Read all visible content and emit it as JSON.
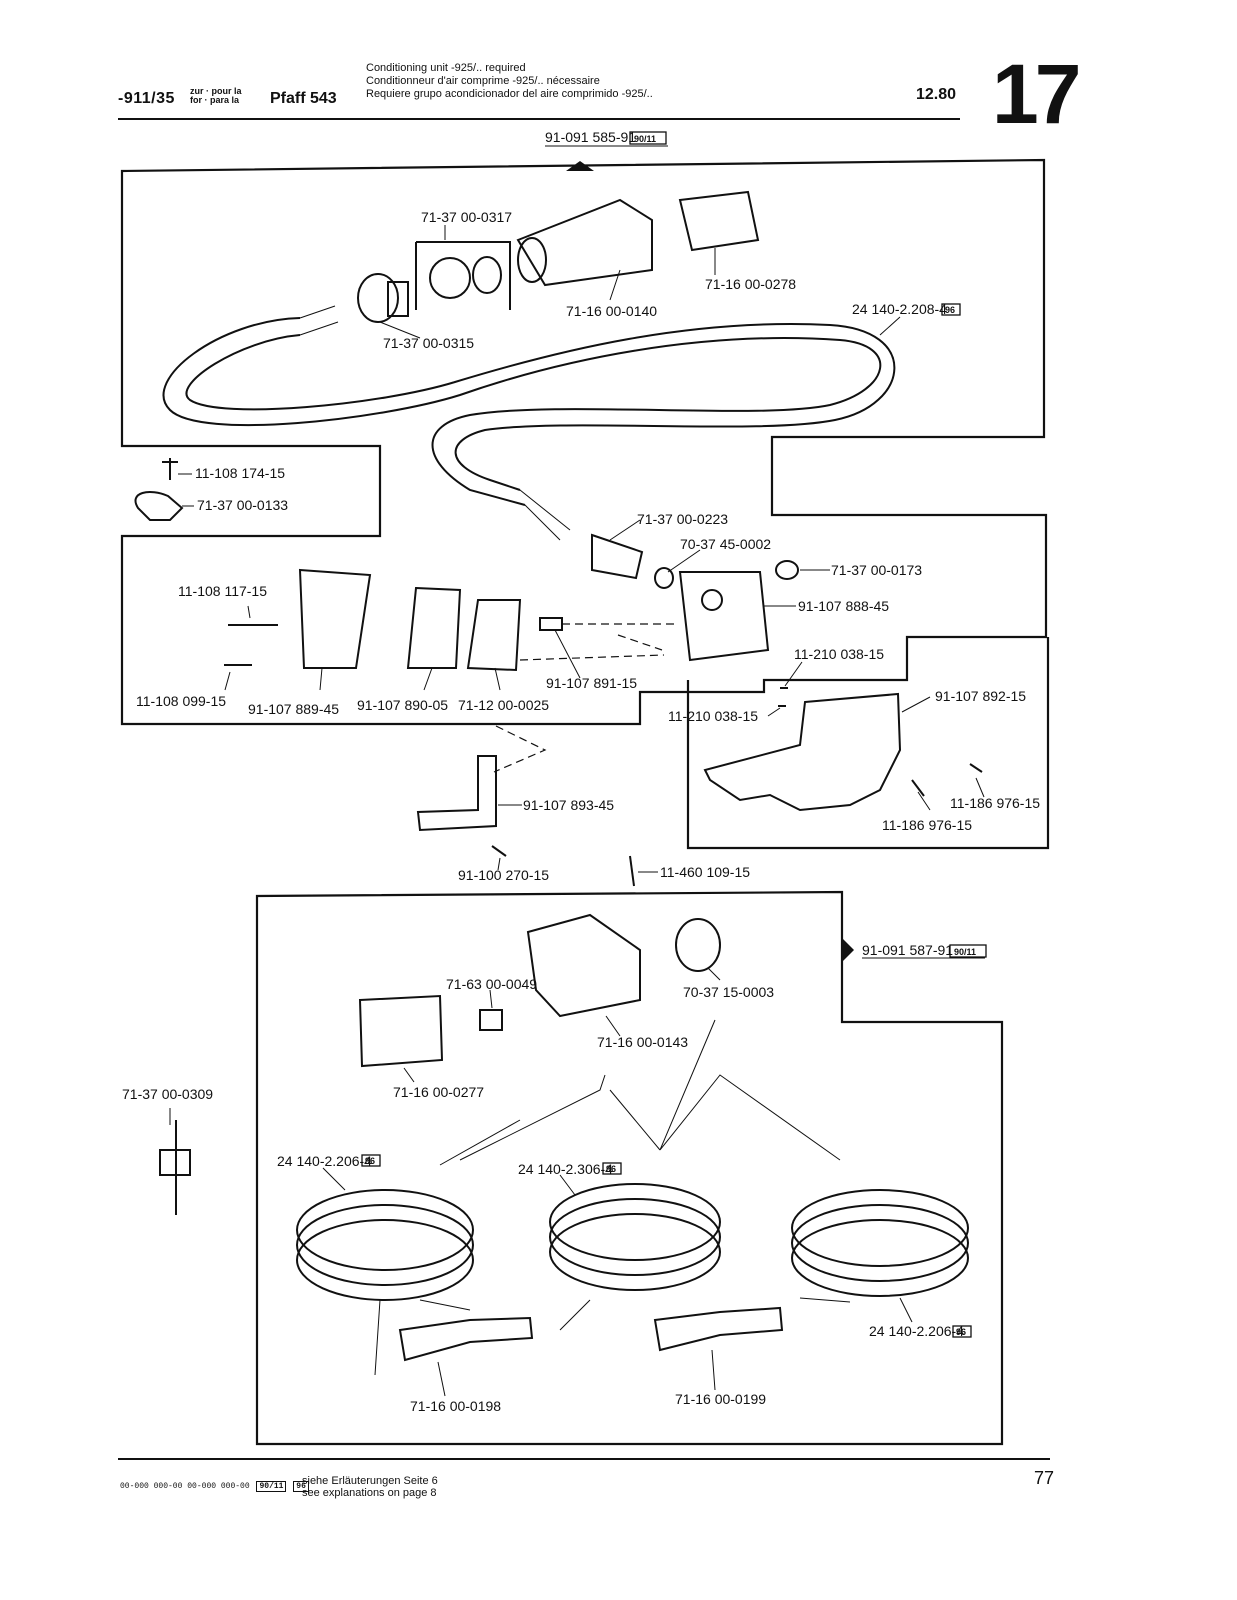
{
  "header": {
    "model": "-911/35",
    "for_line1": "zur · pour la",
    "for_line2": "for · para la",
    "machine": "Pfaff 543",
    "note_en": "Conditioning unit -925/.. required",
    "note_fr": "Conditionneur d'air comprime -925/.. nécessaire",
    "note_es": "Requiere grupo acondicionador del aire comprimido -925/..",
    "date": "12.80",
    "section": "17"
  },
  "assemblies": {
    "top_ref": "91-091 585-91",
    "top_ref_tag": "90/11",
    "bottom_ref": "91-091 587-91",
    "bottom_ref_tag": "90/11"
  },
  "parts": {
    "p_7137000317": "71-37 00-0317",
    "p_7116000278": "71-16 00-0278",
    "p_7116000140": "71-16 00-0140",
    "p_2414022084_top": "24 140-2.208-4",
    "p_7137000315": "71-37 00-0315",
    "p_11108174": "11-108 174-15",
    "p_7137000133": "71-37 00-0133",
    "p_7137000223": "71-37 00-0223",
    "p_7037450002": "70-37 45-0002",
    "p_7137000173": "71-37 00-0173",
    "p_9110788845": "91-107 888-45",
    "p_11108117": "11-108 117-15",
    "p_11210038a": "11-210 038-15",
    "p_9110789115": "91-107 891-15",
    "p_9110789215": "91-107 892-15",
    "p_11210038b": "11-210 038-15",
    "p_11108099": "11-108 099-15",
    "p_9110788945": "91-107 889-45",
    "p_9110789005": "91-107 890-05",
    "p_7112000025": "71-12 00-0025",
    "p_9110789345": "91-107 893-45",
    "p_11186976a": "11-186 976-15",
    "p_11186976b": "11-186 976-15",
    "p_91100270": "91-100 270-15",
    "p_11460109": "11-460 109-15",
    "p_7163000049": "71-63 00-0049",
    "p_7037150003": "70-37 15-0003",
    "p_7116000143": "71-16 00-0143",
    "p_7116000277": "71-16 00-0277",
    "p_7137000309": "71-37 00-0309",
    "p_2414022064_left": "24 140-2.206-4",
    "p_2414023064": "24 140-2.306-4",
    "p_2414022064_right": "24 140-2.206-4",
    "p_7116000198": "71-16 00-0198",
    "p_7116000199": "71-16 00-0199",
    "tag_96": "96"
  },
  "footer": {
    "codes1": "00-000 000-00",
    "codes2": "00-000 000-00",
    "tag1": "90/11",
    "tag2": "96",
    "note1": "siehe Erläuterungen Seite 6",
    "note2": "see explanations on page 8",
    "page": "77"
  }
}
